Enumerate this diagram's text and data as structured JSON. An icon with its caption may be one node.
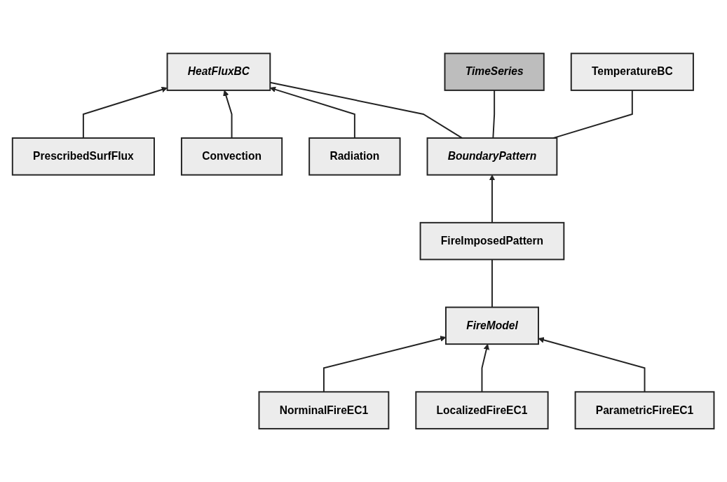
{
  "diagram": {
    "nodes": [
      {
        "text": [
          "HeatFluxBC"
        ]
      },
      {
        "text": [
          "TimeSeries"
        ]
      },
      {
        "text": [
          "TemperatureBC"
        ]
      },
      {
        "text": [
          "FireImposedPattern"
        ]
      },
      {
        "text": [
          "BoundaryPattern"
        ]
      },
      {
        "text": [
          "FireModel"
        ]
      },
      {
        "text": [
          "PrescribedSurfFlux"
        ]
      },
      {
        "text": [
          "Radiation"
        ]
      },
      {
        "text": [
          "Convection"
        ]
      },
      {
        "text": [
          "NorminalFireEC1"
        ]
      },
      {
        "text": [
          "LocalizedFireEC1"
        ]
      },
      {
        "text": [
          "ParametricFireEC1"
        ]
      }
    ],
    "edges": [
      {
        "from": 6,
        "to": 0,
        "arrow": "to"
      },
      {
        "from": 8,
        "to": 0,
        "arrow": "to"
      },
      {
        "from": 7,
        "to": 0,
        "arrow": "to"
      },
      {
        "from": 4,
        "to": 0,
        "arrow": "none"
      },
      {
        "from": 4,
        "to": 1,
        "arrow": "none"
      },
      {
        "from": 4,
        "to": 2,
        "arrow": "none"
      },
      {
        "from": 3,
        "to": 4,
        "arrow": "to"
      },
      {
        "from": 5,
        "to": 3,
        "arrow": "none"
      },
      {
        "from": 9,
        "to": 5,
        "arrow": "to"
      },
      {
        "from": 10,
        "to": 5,
        "arrow": "to"
      },
      {
        "from": 11,
        "to": 5,
        "arrow": "to"
      }
    ]
  }
}
